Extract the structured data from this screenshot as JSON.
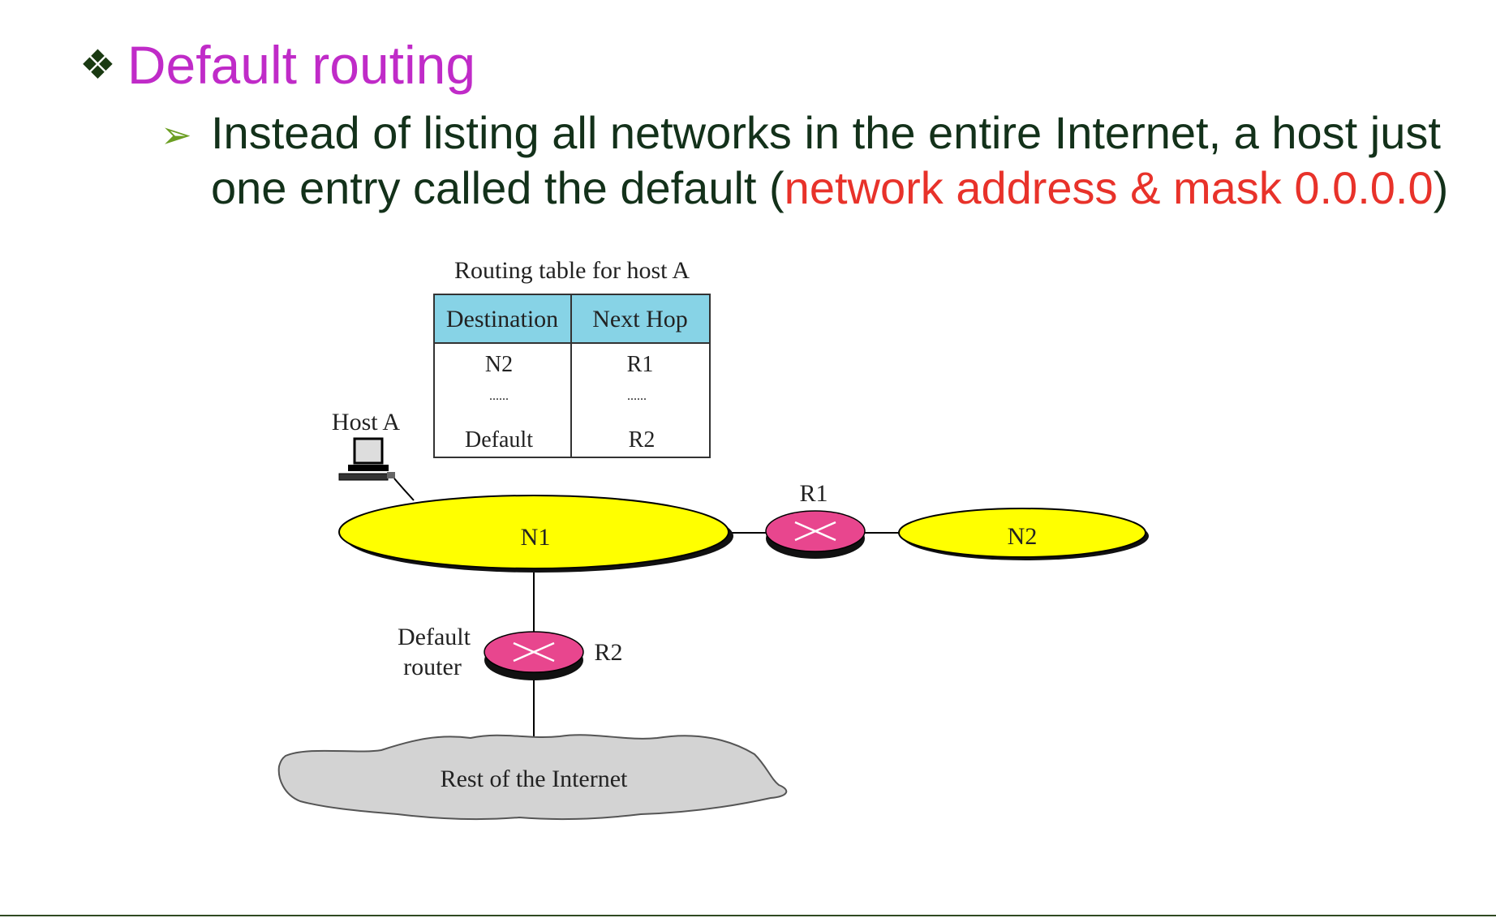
{
  "heading": {
    "bullet": "❖",
    "text": "Default routing"
  },
  "bullet_point": {
    "marker": "➢",
    "text_before": "Instead of listing all networks in the entire Internet, a host just one entry called the default (",
    "highlight": "network address & mask 0.0.0.0",
    "text_after": ")"
  },
  "diagram": {
    "table_caption": "Routing table for host A",
    "table_headers": [
      "Destination",
      "Next Hop"
    ],
    "table_rows": [
      [
        "N2",
        "R1"
      ],
      [
        "......",
        "......"
      ],
      [
        "Default",
        "R2"
      ]
    ],
    "host_label": "Host A",
    "networks": {
      "n1": "N1",
      "n2": "N2"
    },
    "routers": {
      "r1": "R1",
      "r2": "R2"
    },
    "default_router_label": [
      "Default",
      "router"
    ],
    "cloud_label": "Rest of the Internet"
  },
  "colors": {
    "heading": "#c02bc8",
    "body_text": "#13311a",
    "highlight": "#e8322a",
    "network_fill": "#ffff00",
    "router_fill": "#e8468e",
    "table_header_fill": "#87d3e6",
    "cloud_fill": "#d3d3d3"
  }
}
